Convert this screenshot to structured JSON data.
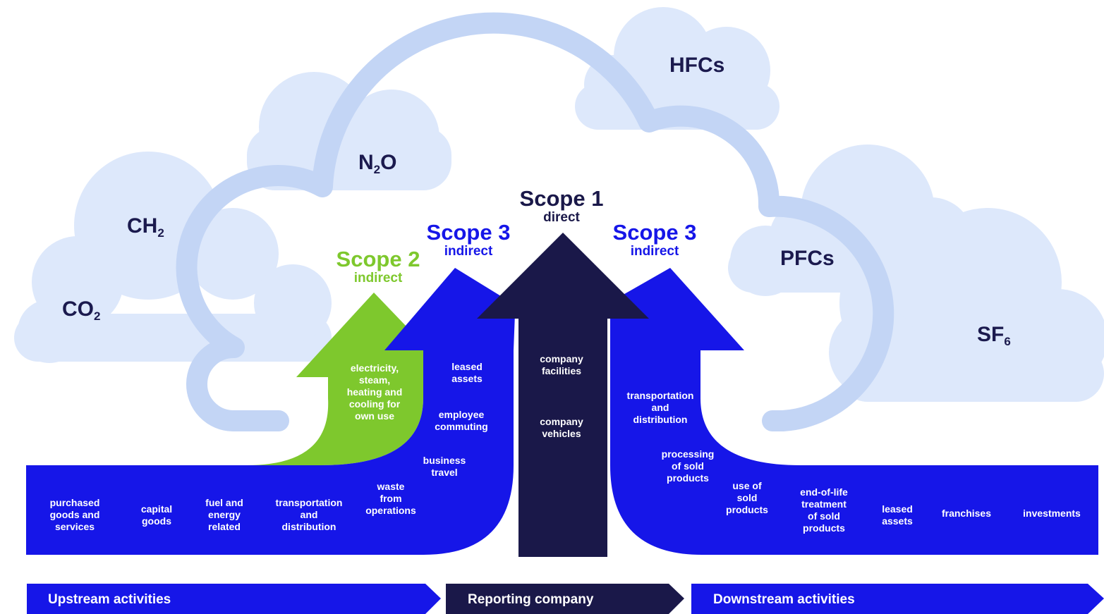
{
  "gases": {
    "co2": {
      "base": "CO",
      "sub": "2"
    },
    "ch2": {
      "base": "CH",
      "sub": "2"
    },
    "n2o": {
      "pre": "N",
      "sub": "2",
      "post": "O"
    },
    "hfcs": "HFCs",
    "pfcs": "PFCs",
    "sf6": {
      "base": "SF",
      "sub": "6"
    }
  },
  "scopes": {
    "scope1": {
      "title": "Scope 1",
      "subtitle": "direct"
    },
    "scope2": {
      "title": "Scope 2",
      "subtitle": "indirect"
    },
    "scope3_up": {
      "title": "Scope 3",
      "subtitle": "indirect"
    },
    "scope3_down": {
      "title": "Scope 3",
      "subtitle": "indirect"
    }
  },
  "scope2_items": [
    "electricity,\nsteam,\nheating and\ncooling for\nown use"
  ],
  "scope3_up_items": [
    "leased\nassets",
    "employee\ncommuting",
    "business\ntravel",
    "waste\nfrom\noperations"
  ],
  "scope1_items": [
    "company\nfacilities",
    "company\nvehicles"
  ],
  "scope3_down_items": [
    "transportation\nand\ndistribution",
    "processing\nof sold\nproducts"
  ],
  "upstream_items": [
    "purchased\ngoods and\nservices",
    "capital\ngoods",
    "fuel and\nenergy\nrelated",
    "transportation\nand\ndistribution"
  ],
  "downstream_items": [
    "use of\nsold\nproducts",
    "end-of-life\ntreatment\nof sold\nproducts",
    "leased\nassets",
    "franchises",
    "investments"
  ],
  "bands": {
    "upstream": "Upstream activities",
    "reporting": "Reporting company",
    "downstream": "Downstream activities"
  },
  "colors": {
    "cloud": "#dde8fb",
    "cloud_outline": "#c3d5f5",
    "scope1": "#1a1849",
    "scope2": "#7ec82d",
    "scope3": "#1616e8",
    "text_dark": "#1b1a4e"
  }
}
